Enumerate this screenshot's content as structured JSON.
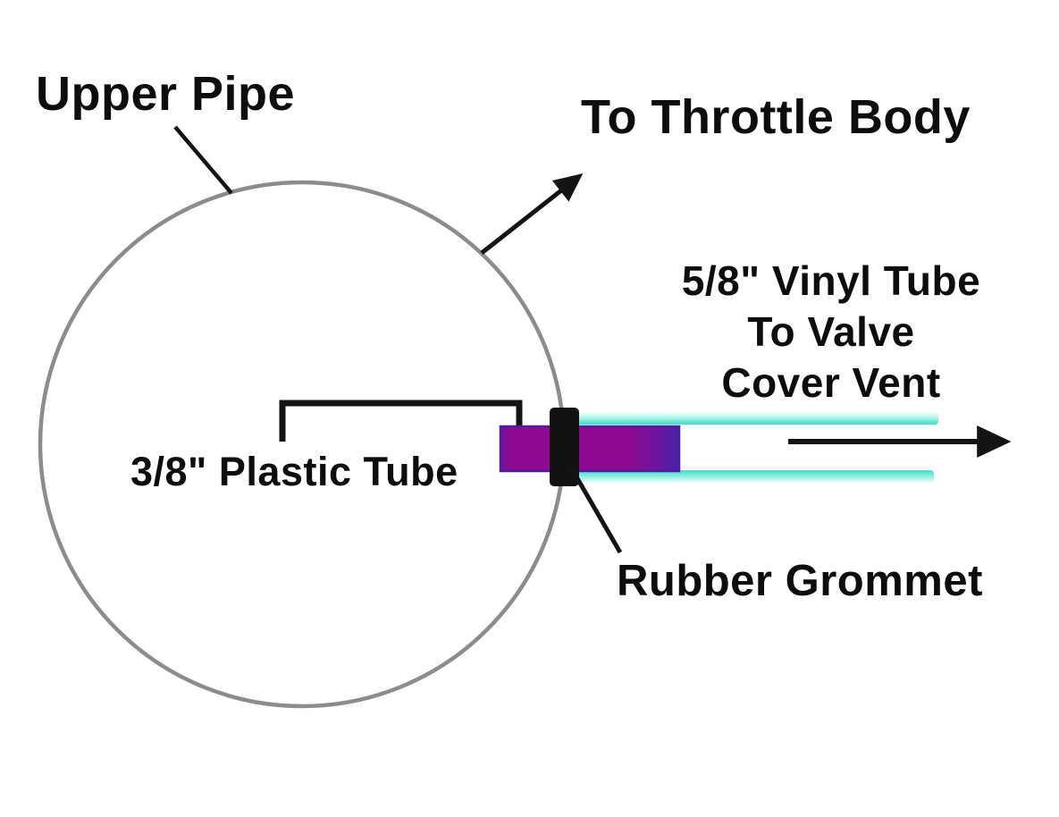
{
  "labels": {
    "upper_pipe": "Upper Pipe",
    "to_throttle_body": "To Throttle Body",
    "vinyl_tube": {
      "line1": "5/8\" Vinyl Tube",
      "line2": "To Valve",
      "line3": "Cover Vent"
    },
    "plastic_tube": "3/8\" Plastic Tube",
    "rubber_grommet": "Rubber Grommet"
  },
  "colors": {
    "background": "#FFFFFF",
    "text": "#0D0D0D",
    "line_black": "#141414",
    "pipe_outline_gray": "#8C8C8C",
    "plastic_tube_purple": "#8E0A90",
    "plastic_tube_edge_blue": "#4B1F9B",
    "vinyl_tube_cyan": "#4FE0CD",
    "vinyl_tube_cyan_light": "#E5FEFA",
    "grommet_black": "#121212"
  }
}
